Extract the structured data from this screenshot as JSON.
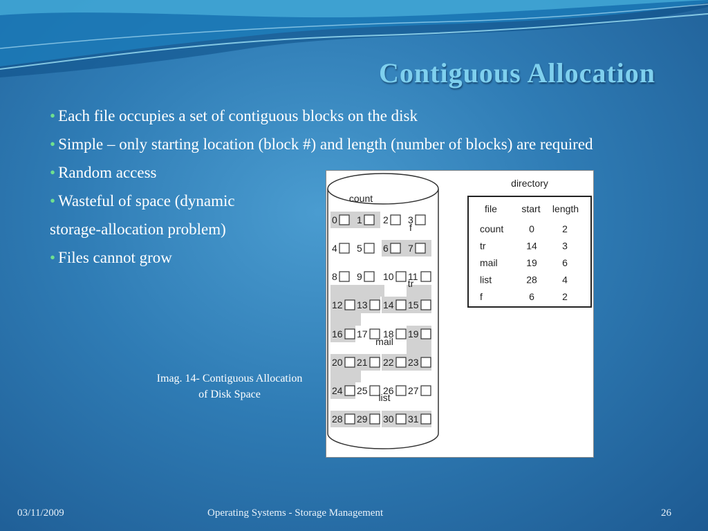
{
  "slide": {
    "title": "Contiguous Allocation",
    "bullets": [
      "Each file occupies a set of contiguous blocks on the disk",
      "Simple – only starting location (block #) and length (number of blocks) are required",
      "Random access",
      "Wasteful of space (dynamic",
      "storage-allocation problem)",
      "Files cannot grow"
    ],
    "bullet_marks": [
      true,
      true,
      true,
      true,
      false,
      true
    ],
    "caption": "Imag. 14- Contiguous Allocation of Disk Space"
  },
  "footer": {
    "date": "03/11/2009",
    "center": "Operating Systems - Storage Management",
    "page": "26"
  },
  "figure": {
    "directory_title": "directory",
    "columns": [
      "file",
      "start",
      "length"
    ],
    "rows": [
      [
        "count",
        "0",
        "2"
      ],
      [
        "tr",
        "14",
        "3"
      ],
      [
        "mail",
        "19",
        "6"
      ],
      [
        "list",
        "28",
        "4"
      ],
      [
        "f",
        "6",
        "2"
      ]
    ],
    "blocks": [
      "0",
      "1",
      "2",
      "3",
      "4",
      "5",
      "6",
      "7",
      "8",
      "9",
      "10",
      "11",
      "12",
      "13",
      "14",
      "15",
      "16",
      "17",
      "18",
      "19",
      "20",
      "21",
      "22",
      "23",
      "24",
      "25",
      "26",
      "27",
      "28",
      "29",
      "30",
      "31"
    ],
    "file_labels": [
      "count",
      "f",
      "tr",
      "mail",
      "list"
    ]
  },
  "colors": {
    "accent_title": "#7fd0ee",
    "bullet": "#6fe08e",
    "highlight": "#d2d2d2"
  }
}
